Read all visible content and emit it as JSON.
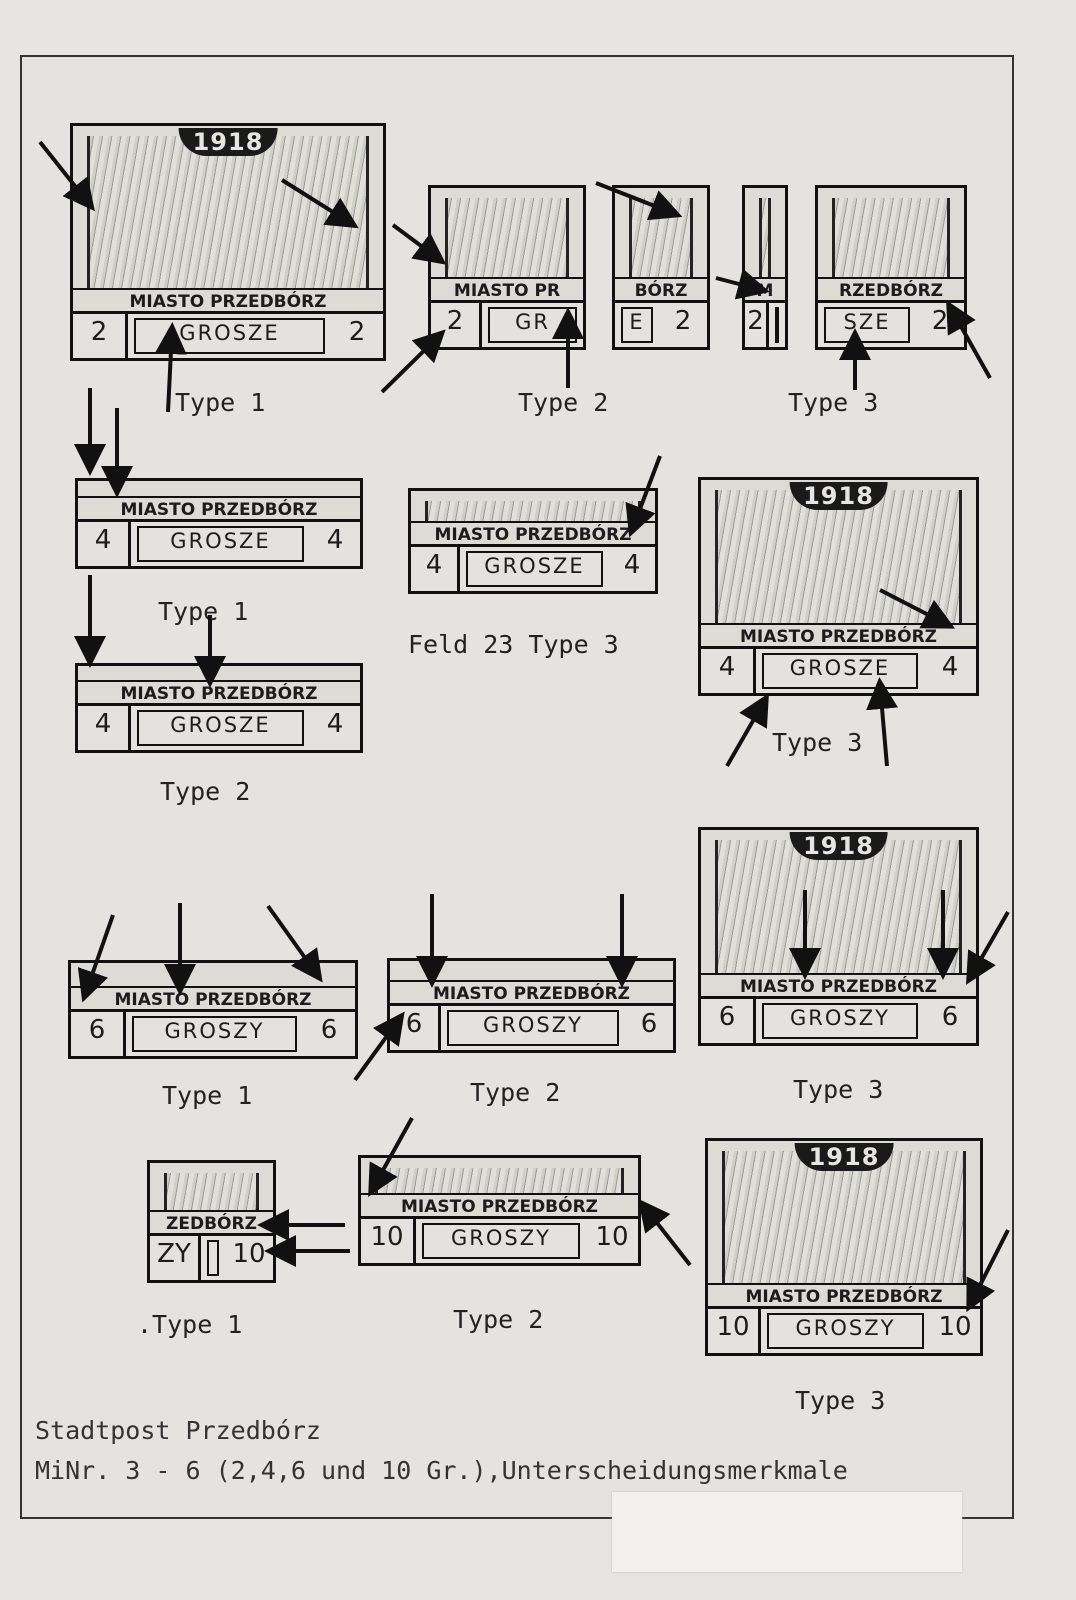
{
  "stamps": [
    {
      "id": "2gr-type1",
      "year": "1918",
      "label": "MIASTO PRZEDBÓRZ",
      "value_left": "2",
      "center": "GROSZE",
      "value_right": "2"
    },
    {
      "id": "2gr-type2-left",
      "label": "MIASTO PR",
      "value_left": "2",
      "center": "GR",
      "value_right": ""
    },
    {
      "id": "2gr-type2-right",
      "label": "BÓRZ",
      "value_left": "",
      "center": "E",
      "value_right": "2"
    },
    {
      "id": "2gr-type3-left",
      "label": "M",
      "value_left": "2",
      "center": "",
      "value_right": ""
    },
    {
      "id": "2gr-type3-right",
      "label": "RZEDBÓRZ",
      "value_left": "",
      "center": "SZE",
      "value_right": "2"
    },
    {
      "id": "4gr-type1",
      "label": "MIASTO PRZEDBÓRZ",
      "value_left": "4",
      "center": "GROSZE",
      "value_right": "4"
    },
    {
      "id": "4gr-feld23",
      "label": "MIASTO PRZEDBÓRZ",
      "value_left": "4",
      "center": "GROSZE",
      "value_right": "4"
    },
    {
      "id": "4gr-type3",
      "year": "1918",
      "label": "MIASTO PRZEDBÓRZ",
      "value_left": "4",
      "center": "GROSZE",
      "value_right": "4"
    },
    {
      "id": "4gr-type2",
      "label": "MIASTO PRZEDBÓRZ",
      "value_left": "4",
      "center": "GROSZE",
      "value_right": "4"
    },
    {
      "id": "6gr-type1",
      "label": "MIASTO PRZEDBÓRZ",
      "value_left": "6",
      "center": "GROSZY",
      "value_right": "6"
    },
    {
      "id": "6gr-type2",
      "label": "MIASTO PRZEDBÓRZ",
      "value_left": "6",
      "center": "GROSZY",
      "value_right": "6"
    },
    {
      "id": "6gr-type3",
      "year": "1918",
      "label": "MIASTO PRZEDBÓRZ",
      "value_left": "6",
      "center": "GROSZY",
      "value_right": "6"
    },
    {
      "id": "10gr-type1",
      "label": "ZEDBÓRZ",
      "value_left": "ZY",
      "center": "",
      "value_right": "10"
    },
    {
      "id": "10gr-type2",
      "label": "MIASTO PRZEDBÓRZ",
      "value_left": "10",
      "center": "GROSZY",
      "value_right": "10"
    },
    {
      "id": "10gr-type3",
      "year": "1918",
      "label": "MIASTO PRZEDBÓRZ",
      "value_left": "10",
      "center": "GROSZY",
      "value_right": "10"
    }
  ],
  "captions": [
    "Type 1",
    "Type 2",
    "Type 3",
    "Type 1",
    "Feld 23 Type 3",
    "Type 3",
    "Type 2",
    "Type 1",
    "Type 2",
    "Type 3",
    ".Type 1",
    "Type 2",
    "Type 3"
  ],
  "footer": {
    "title": "Stadtpost Przedbórz",
    "subtitle": "MiNr. 3 - 6 (2,4,6 und 10 Gr.),Unterscheidungsmerkmale"
  }
}
